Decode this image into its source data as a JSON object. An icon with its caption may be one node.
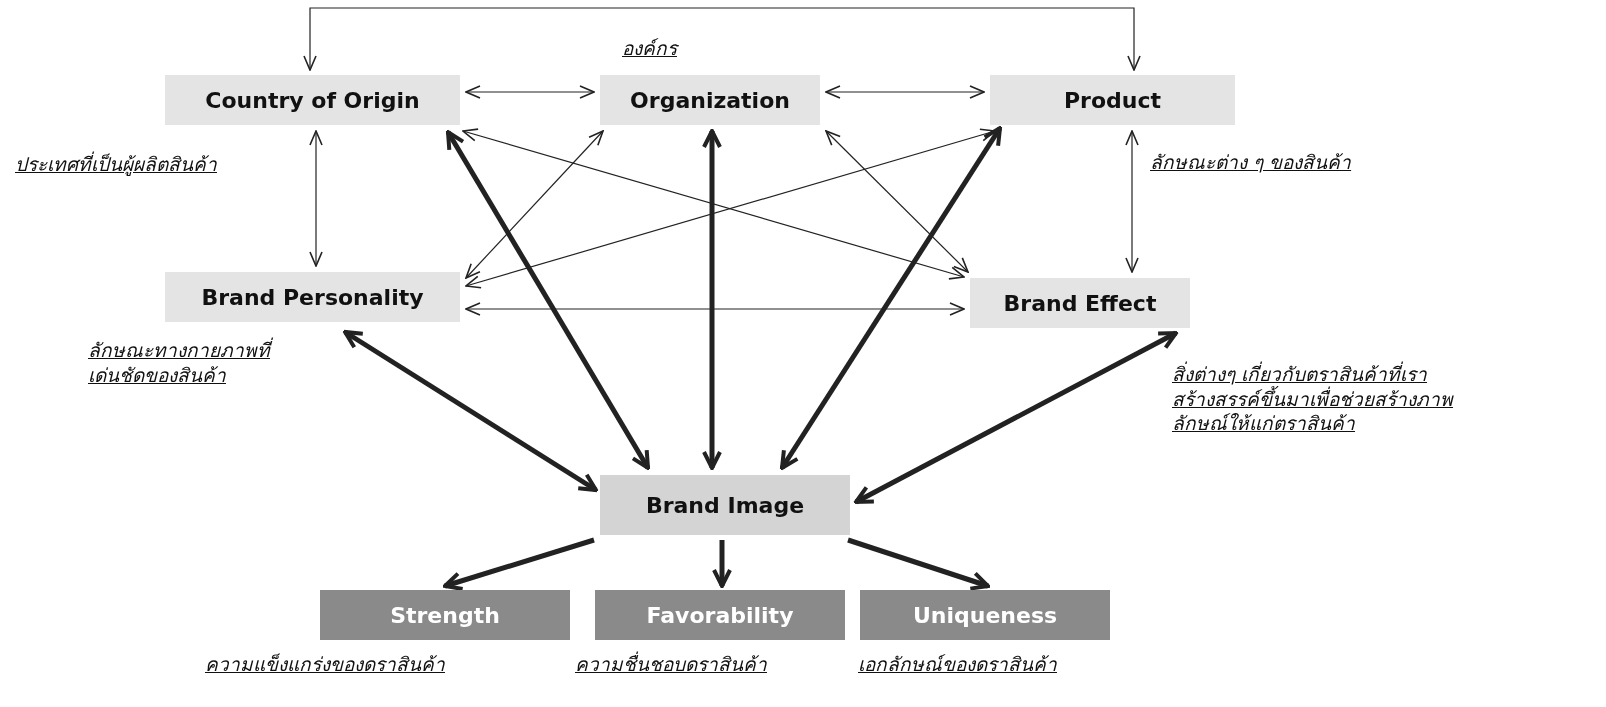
{
  "diagram": {
    "nodes": [
      {
        "text": [
          "Country of Origin"
        ],
        "beside": [
          "ประเทศที่เป็นผู้ผลิตสินค้า"
        ]
      },
      {
        "text": [
          "Organization"
        ],
        "beside": [
          "องค์กร"
        ]
      },
      {
        "text": [
          "Product"
        ],
        "beside": [
          "ลักษณะต่าง ๆ ของสินค้า"
        ]
      },
      {
        "text": [
          "Brand Personality"
        ],
        "beside": [
          "ลักษณะทางกายภาพที่เด่นชัดของสินค้า"
        ]
      },
      {
        "text": [
          "Brand Effect"
        ],
        "beside": [
          "สิ่งต่างๆ เกี่ยวกับตราสินค้าที่เราสร้างสรรค์ขึ้นมาเพื่อช่วยสร้างภาพลักษณ์ให้แก่ตราสินค้า"
        ]
      },
      {
        "text": [
          "Brand Image"
        ]
      },
      {
        "text": [
          "Strength"
        ],
        "beside": [
          "ความแข็งแกร่งของดราสินค้า"
        ]
      },
      {
        "text": [
          "Favorability"
        ],
        "beside": [
          "ความชื่นชอบดราสินค้า"
        ]
      },
      {
        "text": [
          "Uniqueness"
        ],
        "beside": [
          "เอกลักษณ์ของดราสินค้า"
        ]
      }
    ],
    "edges": [
      {
        "from": 0,
        "to": 2,
        "arrow": "both"
      },
      {
        "from": 0,
        "to": 1,
        "arrow": "both"
      },
      {
        "from": 1,
        "to": 2,
        "arrow": "both"
      },
      {
        "from": 0,
        "to": 3,
        "arrow": "both"
      },
      {
        "from": 2,
        "to": 4,
        "arrow": "both"
      },
      {
        "from": 3,
        "to": 4,
        "arrow": "both"
      },
      {
        "from": 0,
        "to": 4,
        "arrow": "both"
      },
      {
        "from": 1,
        "to": 3,
        "arrow": "both"
      },
      {
        "from": 2,
        "to": 3,
        "arrow": "both"
      },
      {
        "from": 1,
        "to": 4,
        "arrow": "both"
      },
      {
        "from": 0,
        "to": 5,
        "arrow": "both",
        "style": "thick"
      },
      {
        "from": 1,
        "to": 5,
        "arrow": "both",
        "style": "thick"
      },
      {
        "from": 2,
        "to": 5,
        "arrow": "both",
        "style": "thick"
      },
      {
        "from": 3,
        "to": 5,
        "arrow": "both",
        "style": "thick"
      },
      {
        "from": 4,
        "to": 5,
        "arrow": "both",
        "style": "thick"
      },
      {
        "from": 5,
        "to": 6,
        "arrow": "to",
        "style": "thick"
      },
      {
        "from": 5,
        "to": 7,
        "arrow": "to",
        "style": "thick"
      },
      {
        "from": 5,
        "to": 8,
        "arrow": "to",
        "style": "thick"
      }
    ]
  }
}
